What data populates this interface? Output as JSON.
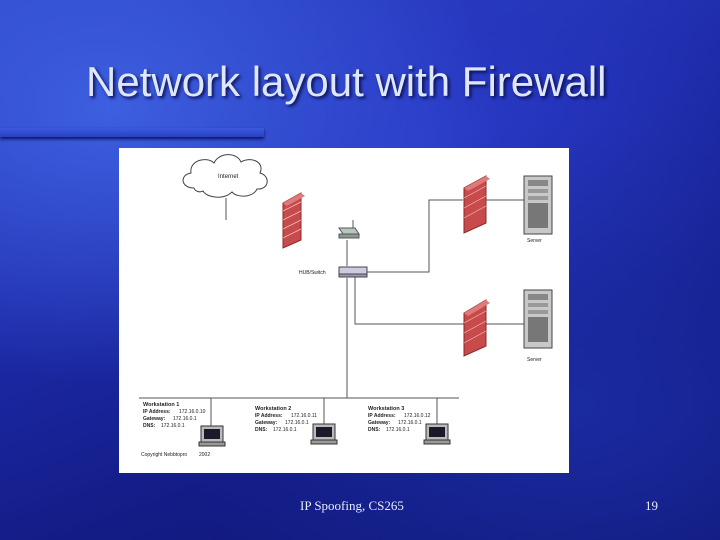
{
  "slide": {
    "title": "Network layout with Firewall",
    "footer": "IP Spoofing, CS265",
    "page_number": "19"
  },
  "diagram": {
    "internet_label": "Internet",
    "switch_label": "HUB/Switch",
    "servers": [
      {
        "label": "Server"
      },
      {
        "label": "Server"
      }
    ],
    "workstations": [
      {
        "name": "Workstation 1",
        "ip_key": "IP Address:",
        "ip": "172.16.0.10",
        "gw_key": "Gateway:",
        "gw": "172.16.0.1",
        "dns_key": "DNS:",
        "dns": "172.16.0.1"
      },
      {
        "name": "Workstation 2",
        "ip_key": "IP Address:",
        "ip": "172.16.0.11",
        "gw_key": "Gateway:",
        "gw": "172.16.0.1",
        "dns_key": "DNS:",
        "dns": "172.16.0.1"
      },
      {
        "name": "Workstation 3",
        "ip_key": "IP Address:",
        "ip": "172.16.0.12",
        "gw_key": "Gateway:",
        "gw": "172.16.0.1",
        "dns_key": "DNS:",
        "dns": "172.16.0.1"
      }
    ],
    "copyright": "Copyright Nebbtopro",
    "copyright_year": "2002"
  }
}
